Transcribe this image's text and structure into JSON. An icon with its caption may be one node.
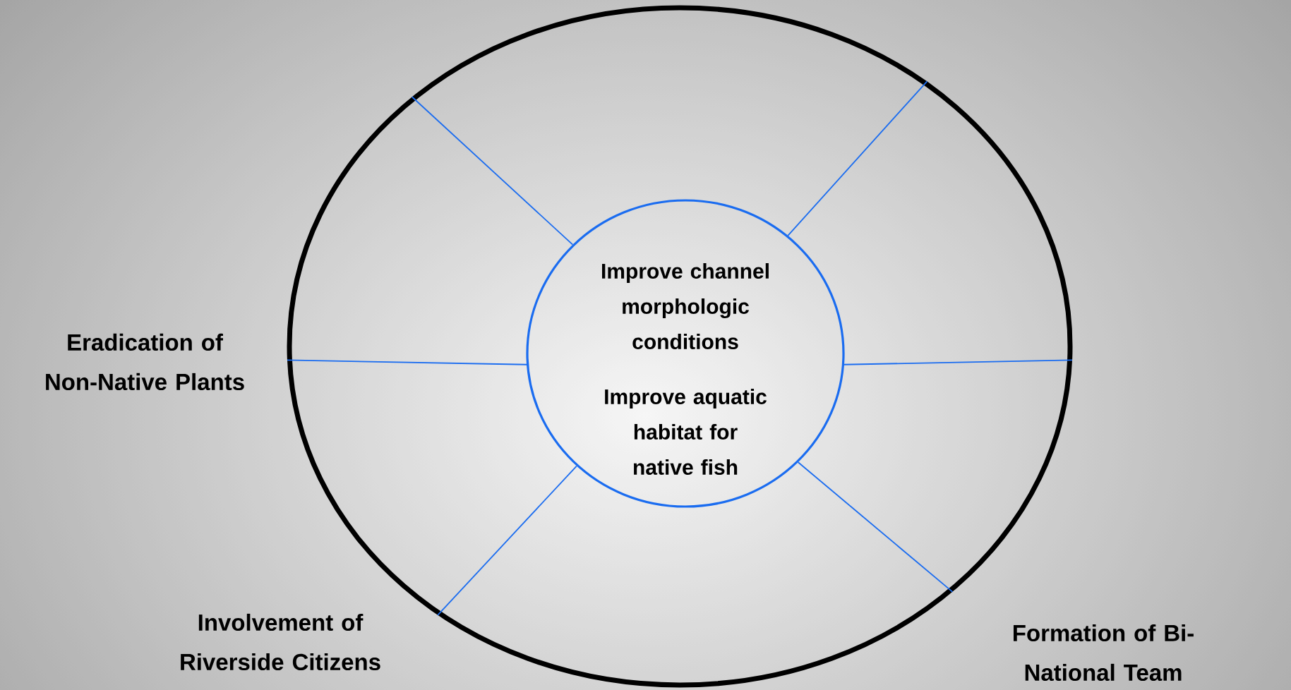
{
  "diagram": {
    "nodes": [
      {
        "text": [],
        "shape": "circle"
      },
      {
        "text": [
          "Improve channel morphologic conditions",
          "Improve aquatic habitat for native fish"
        ],
        "in": 0
      }
    ],
    "edges": [
      {
        "from": 1,
        "to": 0,
        "arrow": "none"
      },
      {
        "from": 1,
        "to": 0,
        "arrow": "none"
      },
      {
        "from": 1,
        "to": 0,
        "arrow": "none"
      },
      {
        "from": 1,
        "to": 0,
        "arrow": "none"
      },
      {
        "from": 1,
        "to": 0,
        "arrow": "none"
      },
      {
        "from": 1,
        "to": 0,
        "arrow": "none"
      }
    ],
    "labels": [
      "Eradication of Non-Native Plants",
      "Involvement of Riverside Citizens",
      "Formation of Bi-National Team"
    ]
  }
}
